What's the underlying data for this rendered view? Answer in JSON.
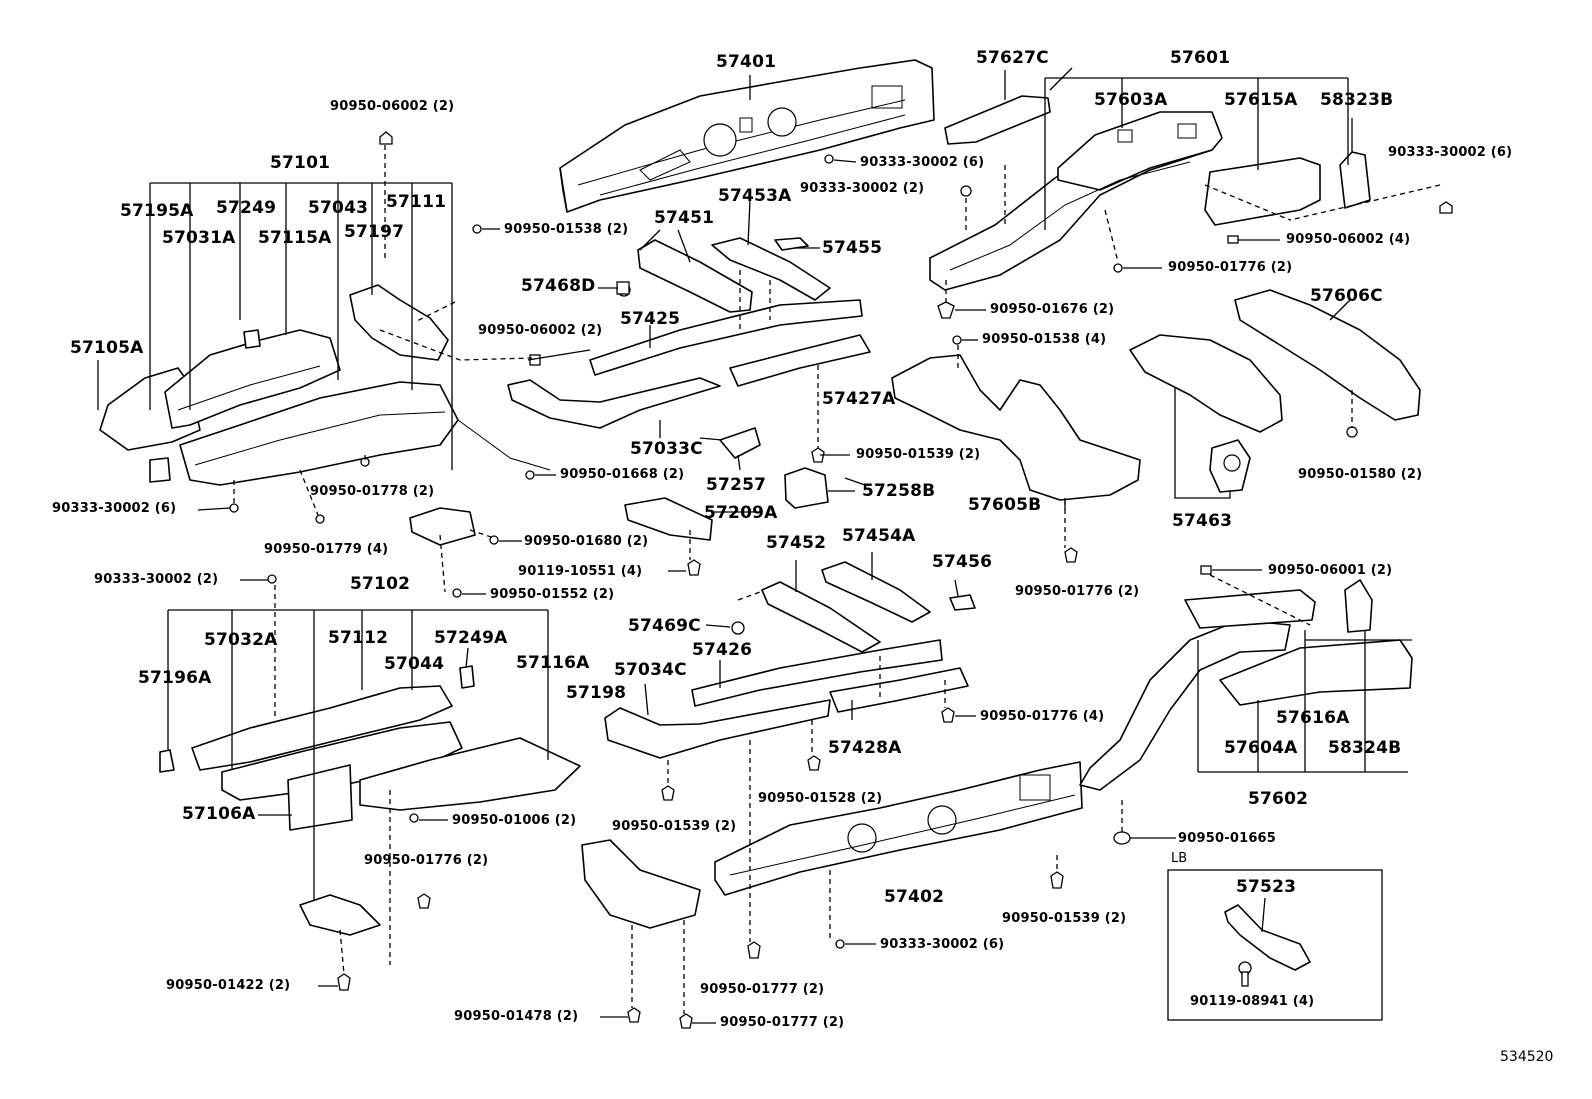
{
  "diagram": {
    "reference_number": "534520",
    "inset_label": "LB",
    "labels": [
      {
        "id": "57401",
        "text": "57401"
      },
      {
        "id": "57627C",
        "text": "57627C"
      },
      {
        "id": "57601",
        "text": "57601"
      },
      {
        "id": "57603A",
        "text": "57603A"
      },
      {
        "id": "57615A",
        "text": "57615A"
      },
      {
        "id": "58323B",
        "text": "58323B"
      },
      {
        "id": "90333-30002-6-a",
        "text": "90333-30002 (6)"
      },
      {
        "id": "90950-06002-2",
        "text": "90950-06002 (2)"
      },
      {
        "id": "90333-30002-6-b",
        "text": "90333-30002 (6)"
      },
      {
        "id": "90333-30002-2-a",
        "text": "90333-30002 (2)"
      },
      {
        "id": "57101",
        "text": "57101"
      },
      {
        "id": "57195A",
        "text": "57195A"
      },
      {
        "id": "57249",
        "text": "57249"
      },
      {
        "id": "57043",
        "text": "57043"
      },
      {
        "id": "57111",
        "text": "57111"
      },
      {
        "id": "57031A",
        "text": "57031A"
      },
      {
        "id": "57115A",
        "text": "57115A"
      },
      {
        "id": "57197",
        "text": "57197"
      },
      {
        "id": "90950-01538-2",
        "text": "90950-01538 (2)"
      },
      {
        "id": "57453A",
        "text": "57453A"
      },
      {
        "id": "57451",
        "text": "57451"
      },
      {
        "id": "57455",
        "text": "57455"
      },
      {
        "id": "90950-06002-4",
        "text": "90950-06002 (4)"
      },
      {
        "id": "90950-01776-2-a",
        "text": "90950-01776 (2)"
      },
      {
        "id": "57468D",
        "text": "57468D"
      },
      {
        "id": "90950-01676-2",
        "text": "90950-01676 (2)"
      },
      {
        "id": "57606C",
        "text": "57606C"
      },
      {
        "id": "57425",
        "text": "57425"
      },
      {
        "id": "90950-06002-2-b",
        "text": "90950-06002 (2)"
      },
      {
        "id": "90950-01538-4",
        "text": "90950-01538 (4)"
      },
      {
        "id": "57105A",
        "text": "57105A"
      },
      {
        "id": "57427A",
        "text": "57427A"
      },
      {
        "id": "57033C",
        "text": "57033C"
      },
      {
        "id": "90950-01539-2-a",
        "text": "90950-01539 (2)"
      },
      {
        "id": "90950-01668-2",
        "text": "90950-01668 (2)"
      },
      {
        "id": "57257",
        "text": "57257"
      },
      {
        "id": "57258B",
        "text": "57258B"
      },
      {
        "id": "90950-01778-2",
        "text": "90950-01778 (2)"
      },
      {
        "id": "90950-01580-2",
        "text": "90950-01580 (2)"
      },
      {
        "id": "90333-30002-6-c",
        "text": "90333-30002 (6)"
      },
      {
        "id": "57605B",
        "text": "57605B"
      },
      {
        "id": "57209A",
        "text": "57209A"
      },
      {
        "id": "57463",
        "text": "57463"
      },
      {
        "id": "90950-01680-2",
        "text": "90950-01680 (2)"
      },
      {
        "id": "90950-01779-4",
        "text": "90950-01779 (4)"
      },
      {
        "id": "57452",
        "text": "57452"
      },
      {
        "id": "57454A",
        "text": "57454A"
      },
      {
        "id": "90119-10551-4",
        "text": "90119-10551 (4)"
      },
      {
        "id": "57456",
        "text": "57456"
      },
      {
        "id": "90950-06001-2",
        "text": "90950-06001 (2)"
      },
      {
        "id": "90333-30002-2-b",
        "text": "90333-30002 (2)"
      },
      {
        "id": "57102",
        "text": "57102"
      },
      {
        "id": "90950-01776-2-b",
        "text": "90950-01776 (2)"
      },
      {
        "id": "90950-01552-2",
        "text": "90950-01552 (2)"
      },
      {
        "id": "57469C",
        "text": "57469C"
      },
      {
        "id": "57032A",
        "text": "57032A"
      },
      {
        "id": "57112",
        "text": "57112"
      },
      {
        "id": "57249A",
        "text": "57249A"
      },
      {
        "id": "57426",
        "text": "57426"
      },
      {
        "id": "57116A",
        "text": "57116A"
      },
      {
        "id": "57044",
        "text": "57044"
      },
      {
        "id": "57196A",
        "text": "57196A"
      },
      {
        "id": "57034C",
        "text": "57034C"
      },
      {
        "id": "57198",
        "text": "57198"
      },
      {
        "id": "90950-01776-4",
        "text": "90950-01776 (4)"
      },
      {
        "id": "57616A",
        "text": "57616A"
      },
      {
        "id": "57428A",
        "text": "57428A"
      },
      {
        "id": "57604A",
        "text": "57604A"
      },
      {
        "id": "58324B",
        "text": "58324B"
      },
      {
        "id": "57602",
        "text": "57602"
      },
      {
        "id": "90950-01528-2",
        "text": "90950-01528 (2)"
      },
      {
        "id": "57106A",
        "text": "57106A"
      },
      {
        "id": "90950-01006-2",
        "text": "90950-01006 (2)"
      },
      {
        "id": "90950-01539-2-b",
        "text": "90950-01539 (2)"
      },
      {
        "id": "90950-01665",
        "text": "90950-01665"
      },
      {
        "id": "90950-01776-2-c",
        "text": "90950-01776 (2)"
      },
      {
        "id": "57523",
        "text": "57523"
      },
      {
        "id": "57402",
        "text": "57402"
      },
      {
        "id": "90950-01539-2-c",
        "text": "90950-01539 (2)"
      },
      {
        "id": "90333-30002-6-d",
        "text": "90333-30002 (6)"
      },
      {
        "id": "90950-01422-2",
        "text": "90950-01422 (2)"
      },
      {
        "id": "90950-01777-2-a",
        "text": "90950-01777 (2)"
      },
      {
        "id": "90119-08941-4",
        "text": "90119-08941 (4)"
      },
      {
        "id": "90950-01478-2",
        "text": "90950-01478 (2)"
      },
      {
        "id": "90950-01777-2-b",
        "text": "90950-01777 (2)"
      }
    ]
  }
}
